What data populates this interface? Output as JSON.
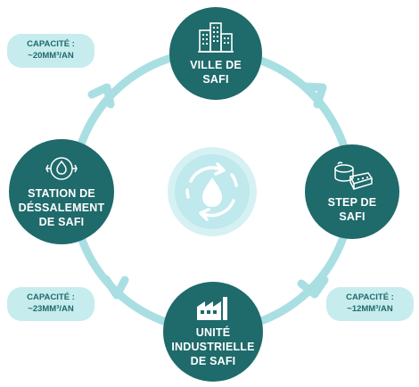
{
  "nodes": {
    "top": {
      "label_line1": "VILLE DE",
      "label_line2": "SAFI",
      "icon": "buildings-icon"
    },
    "right": {
      "label_line1": "STEP DE",
      "label_line2": "SAFI",
      "icon": "treatment-plant-icon"
    },
    "bottom": {
      "label_line1": "UNITÉ",
      "label_line2": "INDUSTRIELLE",
      "label_line3": "DE SAFI",
      "icon": "factory-icon"
    },
    "left": {
      "label_line1": "STATION DE",
      "label_line2": "DÉSSALEMENT",
      "label_line3": "DE SAFI",
      "icon": "desalination-icon"
    }
  },
  "capacities": {
    "top_left": {
      "label": "CAPACITÉ :",
      "value": "~20MM³/AN"
    },
    "bottom_left": {
      "label": "CAPACITÉ :",
      "value": "~23MM³/AN"
    },
    "bottom_right": {
      "label": "CAPACITÉ :",
      "value": "~12MM³/AN"
    }
  },
  "center": {
    "icon": "water-cycle-icon"
  },
  "colors": {
    "node_fill": "#1f6a6b",
    "ring": "#a9dfe2",
    "pill_bg": "#c6ecee",
    "hub": "#bfe9ec"
  }
}
